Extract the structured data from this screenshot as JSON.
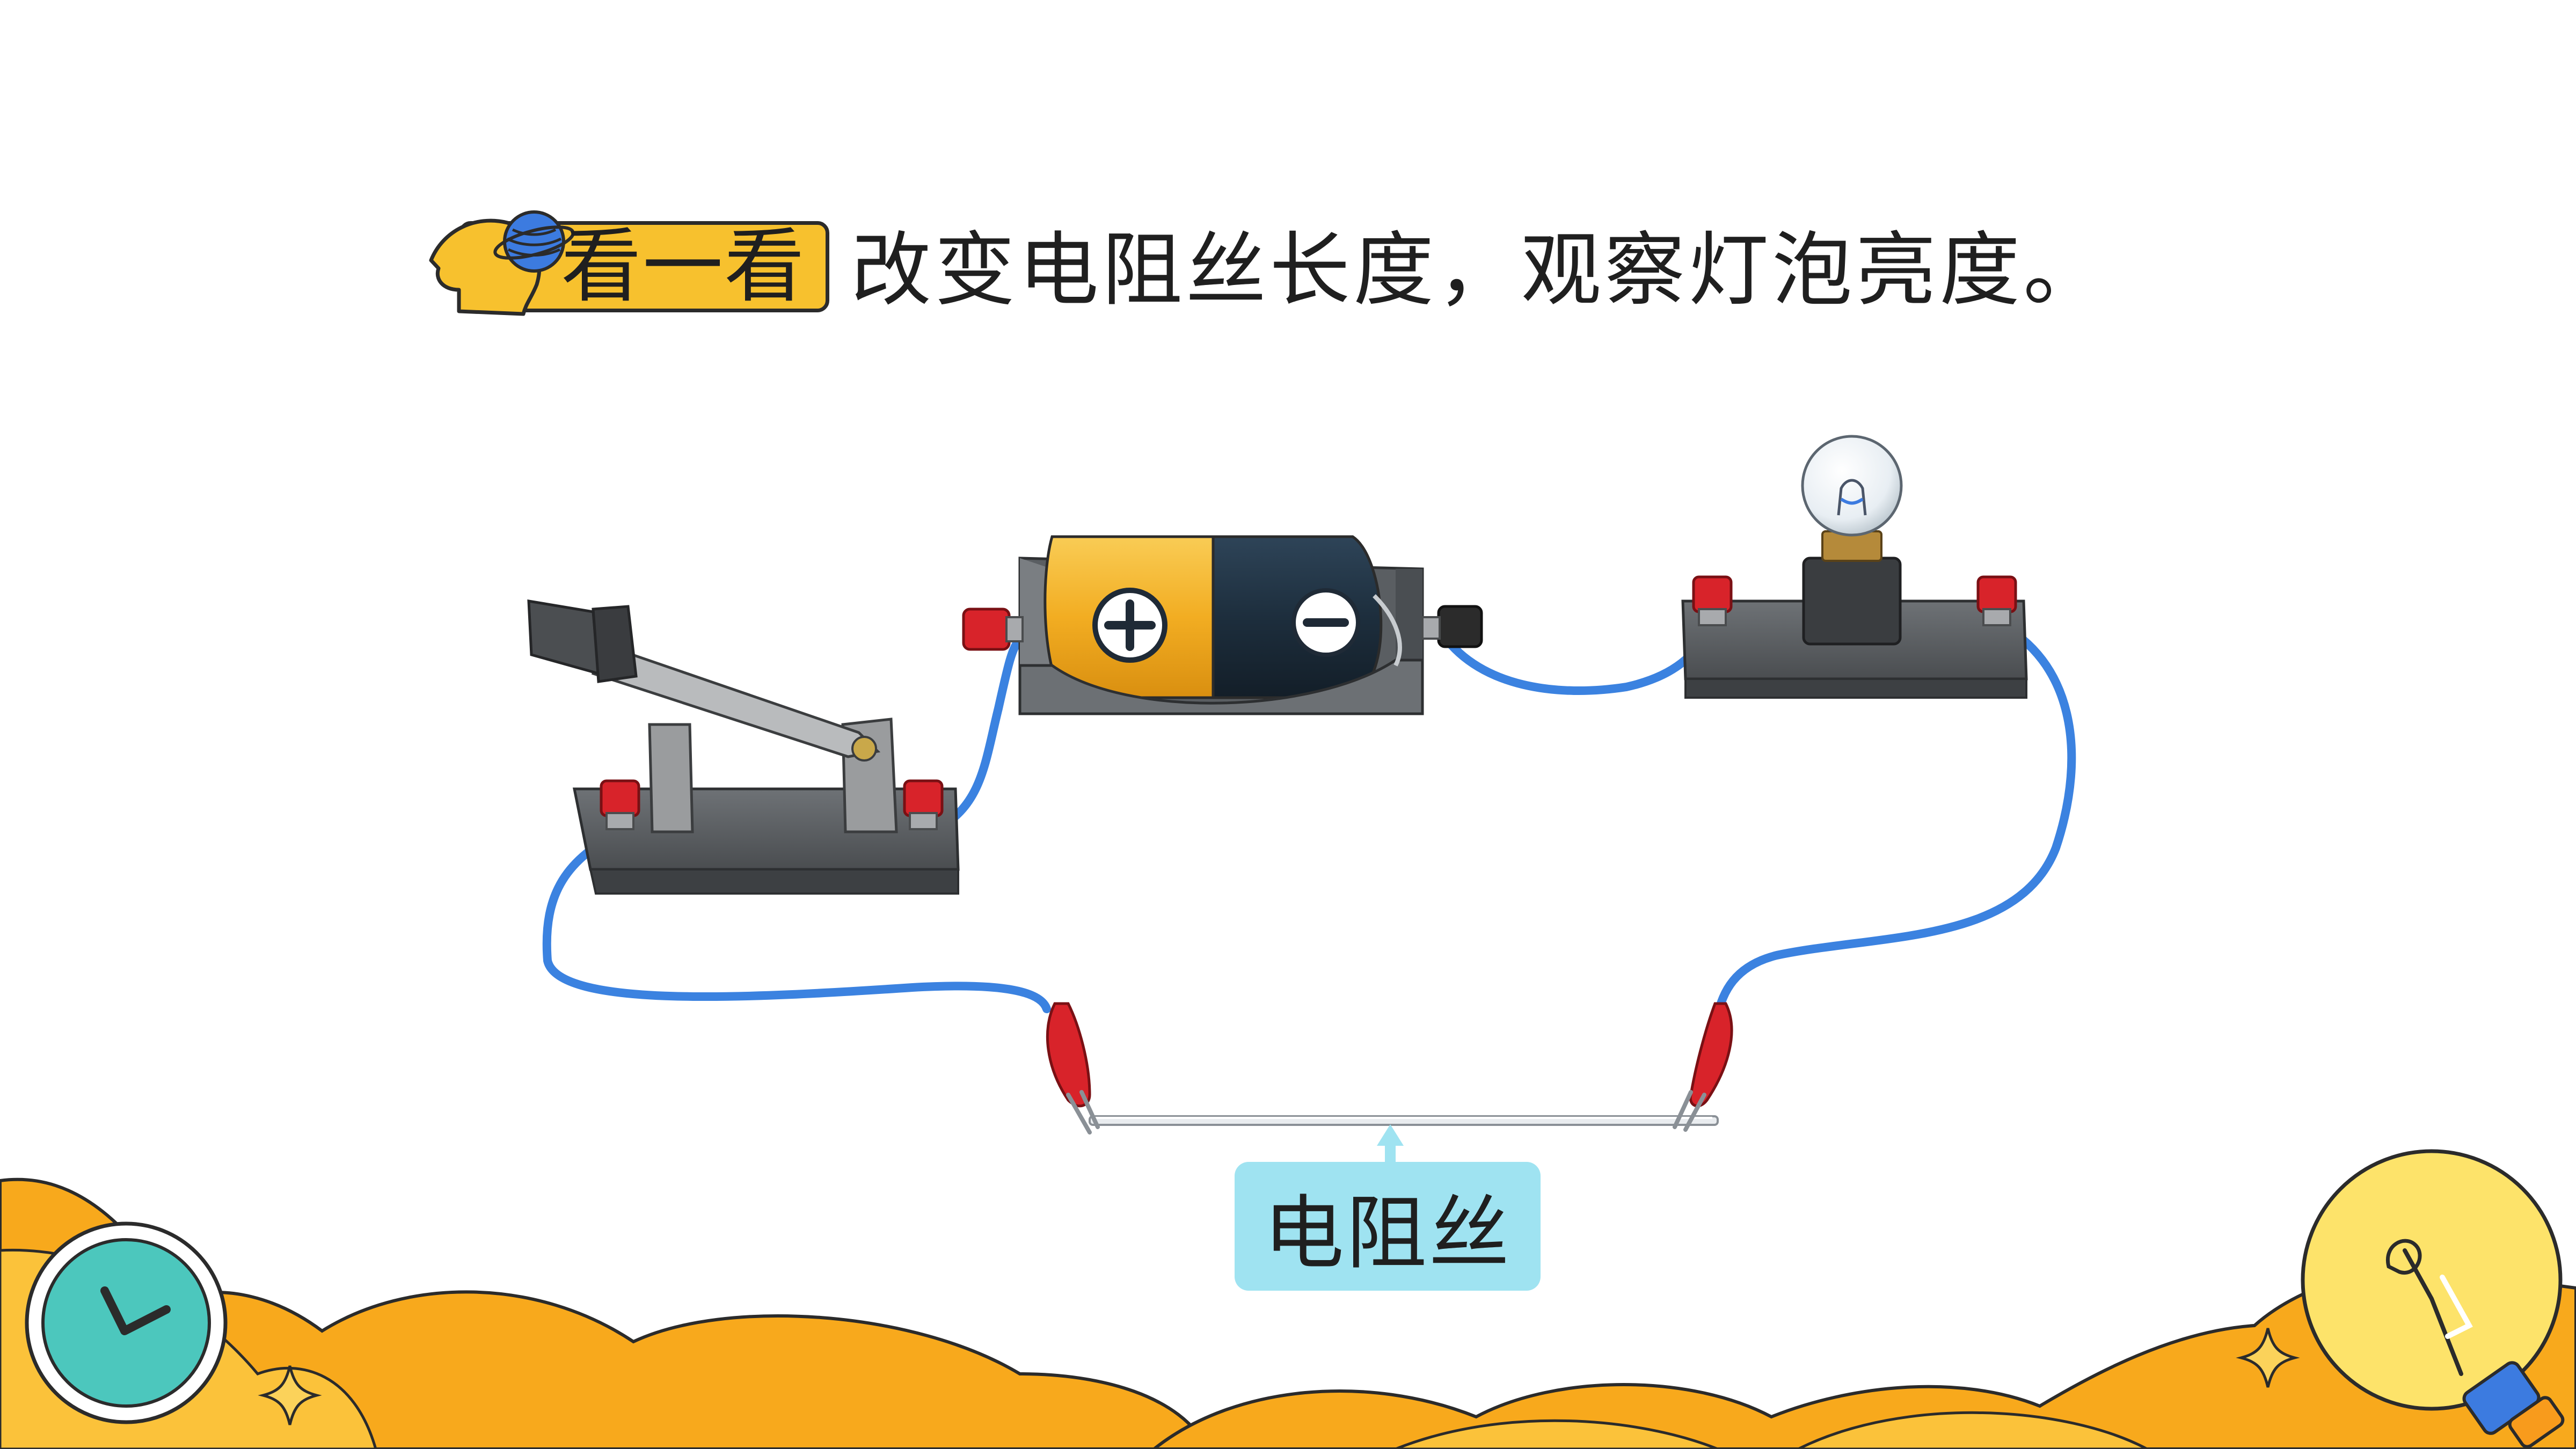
{
  "header": {
    "badge_label": "看一看",
    "instruction": "改变电阻丝长度，观察灯泡亮度。"
  },
  "diagram": {
    "components": [
      {
        "id": "knife-switch",
        "icon": "knife-switch-icon"
      },
      {
        "id": "battery-holder",
        "icon": "battery-icon",
        "positive_symbol": "+",
        "negative_symbol": "−"
      },
      {
        "id": "bulb-holder",
        "icon": "light-bulb-icon"
      },
      {
        "id": "resistance-wire",
        "icon": "resistance-wire-icon"
      }
    ],
    "wire_label": "电阻丝"
  },
  "decorations": {
    "icons": [
      "head-globe-icon",
      "clock-icon",
      "lightbulb-icon",
      "sparkle-icon"
    ]
  },
  "colors": {
    "wire": "#3b82e0",
    "terminal_red": "#d8232a",
    "badge_yellow": "#f7c12e",
    "label_bg": "#9fe3f1",
    "wave_orange": "#f8a91c",
    "battery_yellow": "#f5b52e",
    "battery_dark": "#203040"
  }
}
